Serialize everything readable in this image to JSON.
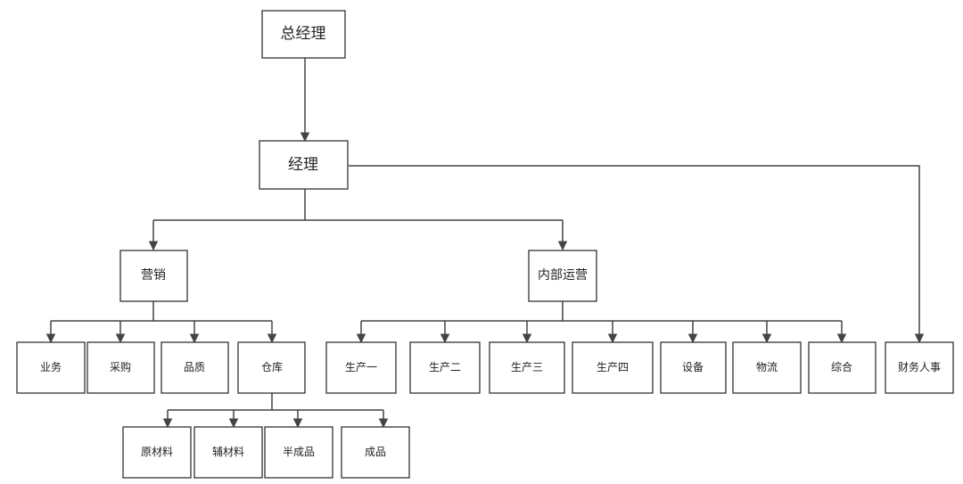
{
  "org_chart": {
    "gm": "总经理",
    "manager": "经理",
    "marketing": "营销",
    "internal_ops": "内部运营",
    "finance_hr": "财务人事",
    "marketing_children": [
      "业务",
      "采购",
      "品质",
      "仓库"
    ],
    "warehouse_children": [
      "原材料",
      "辅材料",
      "半成品",
      "成品"
    ],
    "ops_children": [
      "生产一",
      "生产二",
      "生产三",
      "生产四",
      "设备",
      "物流",
      "综合"
    ]
  },
  "colors": {
    "line": "#444444",
    "border": "#333333",
    "text": "#222222"
  }
}
